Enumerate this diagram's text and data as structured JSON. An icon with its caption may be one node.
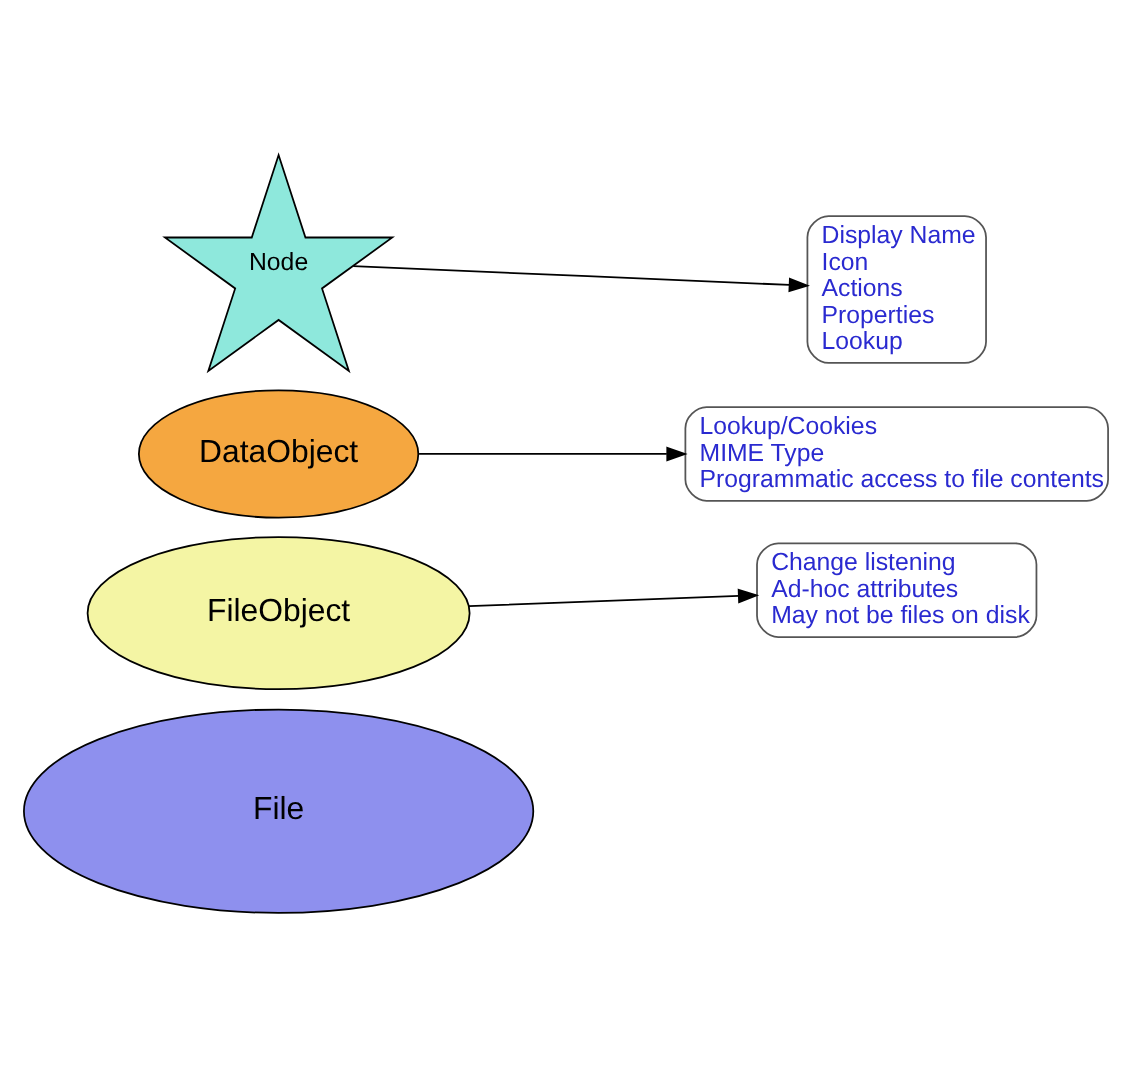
{
  "diagram": {
    "nodes": [
      {
        "text": [
          "Node"
        ]
      },
      {
        "text": [
          "DataObject"
        ]
      },
      {
        "text": [
          "FileObject"
        ]
      },
      {
        "text": [
          "File"
        ]
      },
      {
        "text": [
          "Display Name",
          "Icon",
          "Actions",
          "Properties",
          "Lookup"
        ]
      },
      {
        "text": [
          "Lookup/Cookies",
          "MIME Type",
          "Programmatic access to file contents"
        ]
      },
      {
        "text": [
          "Change listening",
          "Ad-hoc attributes",
          "May not be files on disk"
        ]
      }
    ],
    "edges": [
      {
        "from": 0,
        "to": 4,
        "arrow": "to"
      },
      {
        "from": 1,
        "to": 5,
        "arrow": "to"
      },
      {
        "from": 2,
        "to": 6,
        "arrow": "to"
      }
    ]
  }
}
